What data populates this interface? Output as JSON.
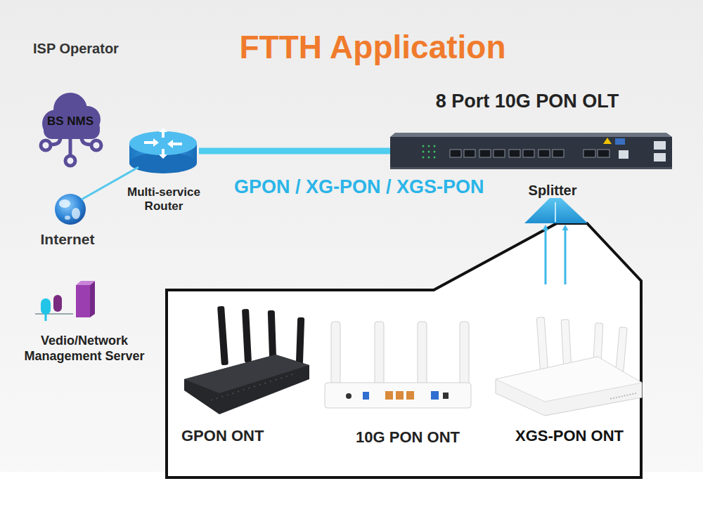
{
  "diagram": {
    "title": "FTTH Application",
    "nodes": [
      {
        "text": [
          "BS NMS"
        ]
      },
      {
        "text": [
          "8 Port 10G PON OLT"
        ]
      },
      {
        "text": [
          "Multi-service Router"
        ]
      },
      {
        "text": [
          "Splitter"
        ]
      },
      {
        "text": [
          "Internet"
        ]
      },
      {
        "text": [
          "Vedio/Network Management Server"
        ]
      },
      {
        "text": [
          "GPON ONT"
        ]
      },
      {
        "text": [
          "10G PON ONT"
        ]
      },
      {
        "text": [
          "XGS-PON ONT"
        ]
      }
    ],
    "edges": [
      {
        "from": 2,
        "to": 1,
        "arrow": "none"
      },
      {
        "from": 2,
        "to": 4,
        "arrow": "none"
      },
      {
        "from": 8,
        "to": 3,
        "arrow": "to"
      }
    ],
    "labels": [
      "ISP Operator",
      "GPON / XG-PON / XGS-PON"
    ]
  }
}
